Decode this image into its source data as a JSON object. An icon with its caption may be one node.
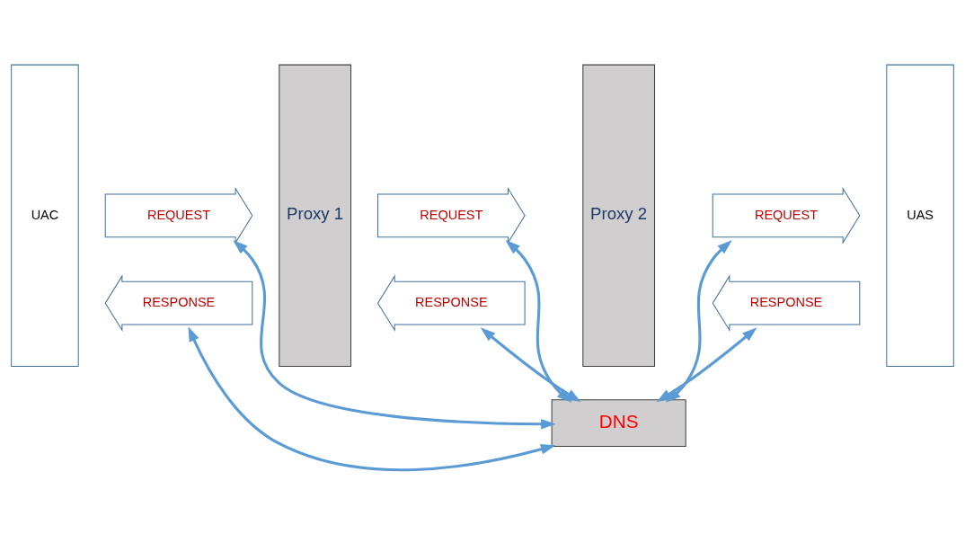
{
  "diagram": {
    "nodes": [
      {
        "text": [
          "UAC"
        ]
      },
      {
        "text": [
          "Proxy 1"
        ]
      },
      {
        "text": [
          "Proxy 2"
        ]
      },
      {
        "text": [
          "UAS"
        ]
      },
      {
        "text": [
          "REQUEST"
        ]
      },
      {
        "text": [
          "REQUEST"
        ]
      },
      {
        "text": [
          "REQUEST"
        ]
      },
      {
        "text": [
          "RESPONSE"
        ]
      },
      {
        "text": [
          "RESPONSE"
        ]
      },
      {
        "text": [
          "RESPONSE"
        ]
      },
      {
        "text": [
          "DNS"
        ]
      }
    ],
    "edges": [
      {
        "from": 10,
        "to": 4,
        "arrow": "both"
      },
      {
        "from": 10,
        "to": 5,
        "arrow": "both"
      },
      {
        "from": 10,
        "to": 6,
        "arrow": "both"
      },
      {
        "from": 10,
        "to": 7,
        "arrow": "both"
      },
      {
        "from": 10,
        "to": 8,
        "arrow": "both"
      },
      {
        "from": 10,
        "to": 9,
        "arrow": "both"
      }
    ]
  }
}
